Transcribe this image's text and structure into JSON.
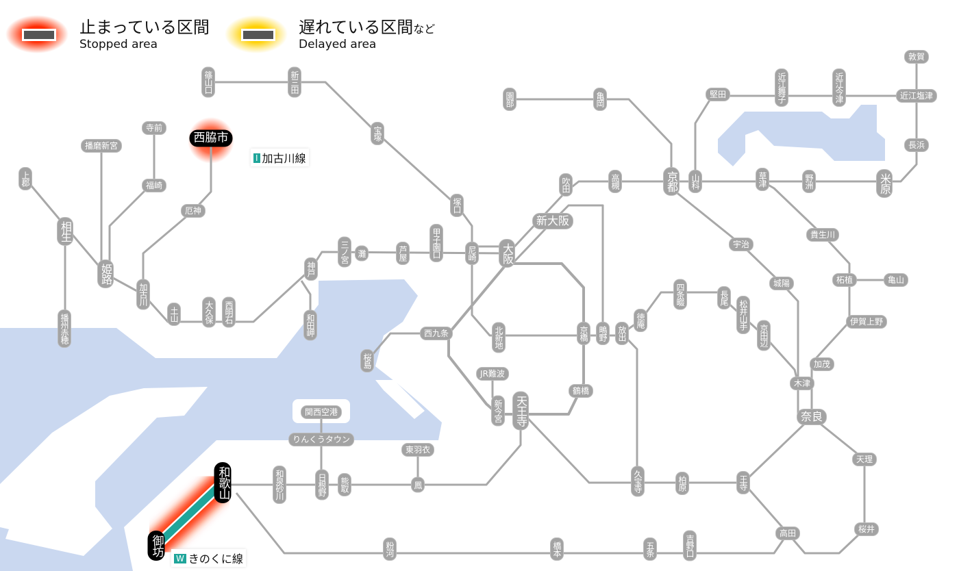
{
  "legend": {
    "stopped_ja": "止まっている区間",
    "stopped_en": "Stopped area",
    "delayed_ja": "遅れている区間",
    "delayed_suffix": "など",
    "delayed_en": "Delayed area"
  },
  "line_labels": {
    "kakogawa": {
      "badge": "I",
      "name": "加古川線"
    },
    "kinokuni": {
      "badge": "W",
      "name": "きのくに線"
    }
  },
  "colors": {
    "line": "#a8a8a8",
    "sea": "#cad8f0",
    "stopped_glow": "#ff3a10",
    "delayed_glow": "#ffd21a",
    "kinokuni_line": "#1fa59a",
    "station": "#a3a3a3",
    "stopped_station": "#000000"
  },
  "stations": [
    "篠山口",
    "新三田",
    "宝塚",
    "塚口",
    "尼崎",
    "大阪",
    "新大阪",
    "吹田",
    "高槻",
    "京都",
    "山科",
    "園部",
    "亀岡",
    "堅田",
    "近江舞子",
    "近江今津",
    "近江塩津",
    "敦賀",
    "長浜",
    "草津",
    "野洲",
    "米原",
    "宇治",
    "貴生川",
    "城陽",
    "柘植",
    "亀山",
    "伊賀上野",
    "加茂",
    "木津",
    "奈良",
    "天理",
    "桜井",
    "高田",
    "王寺",
    "柏原",
    "久宝寺",
    "吉野口",
    "五条",
    "橋本",
    "粉河",
    "和歌山",
    "御坊",
    "和泉砂川",
    "日根野",
    "熊取",
    "鳳",
    "東羽衣",
    "りんくうタウン",
    "関西空港",
    "天王寺",
    "新今宮",
    "JR難波",
    "鶴橋",
    "京橋",
    "鴫野",
    "放出",
    "徳庵",
    "四条畷",
    "長尾",
    "松井山手",
    "京田辺",
    "北新地",
    "西九条",
    "桜島",
    "神戸",
    "和田岬",
    "西明石",
    "大久保",
    "土山",
    "加古川",
    "厄神",
    "西脇市",
    "姫路",
    "相生",
    "上郡",
    "播州赤穂",
    "播磨新宮",
    "福崎",
    "寺前",
    "三ノ宮",
    "灘",
    "芦屋",
    "甲子園口"
  ]
}
